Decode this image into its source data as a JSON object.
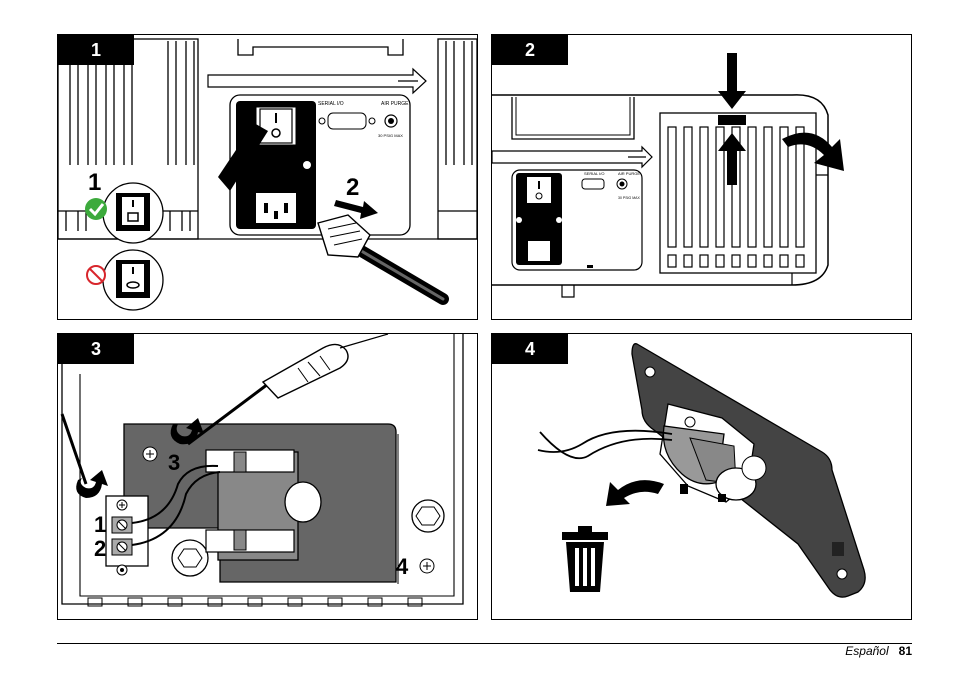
{
  "steps": [
    {
      "number": "1",
      "callouts": [
        "1",
        "2"
      ],
      "labels": [
        "SERIAL I/O",
        "AIR PURGE",
        "30 PSIG MAX"
      ]
    },
    {
      "number": "2",
      "labels": [
        "SERIAL I/O",
        "AIR PURGE",
        "30 PSIG MAX"
      ]
    },
    {
      "number": "3",
      "callouts": [
        "1",
        "2",
        "3",
        "4"
      ]
    },
    {
      "number": "4"
    }
  ],
  "footer": {
    "language": "Español",
    "page_number": "81"
  },
  "icons": [
    "power-switch-icon",
    "check-icon",
    "prohibited-icon",
    "arrow-icon",
    "rotate-arrow-icon",
    "screwdriver-icon",
    "trash-can-icon"
  ]
}
